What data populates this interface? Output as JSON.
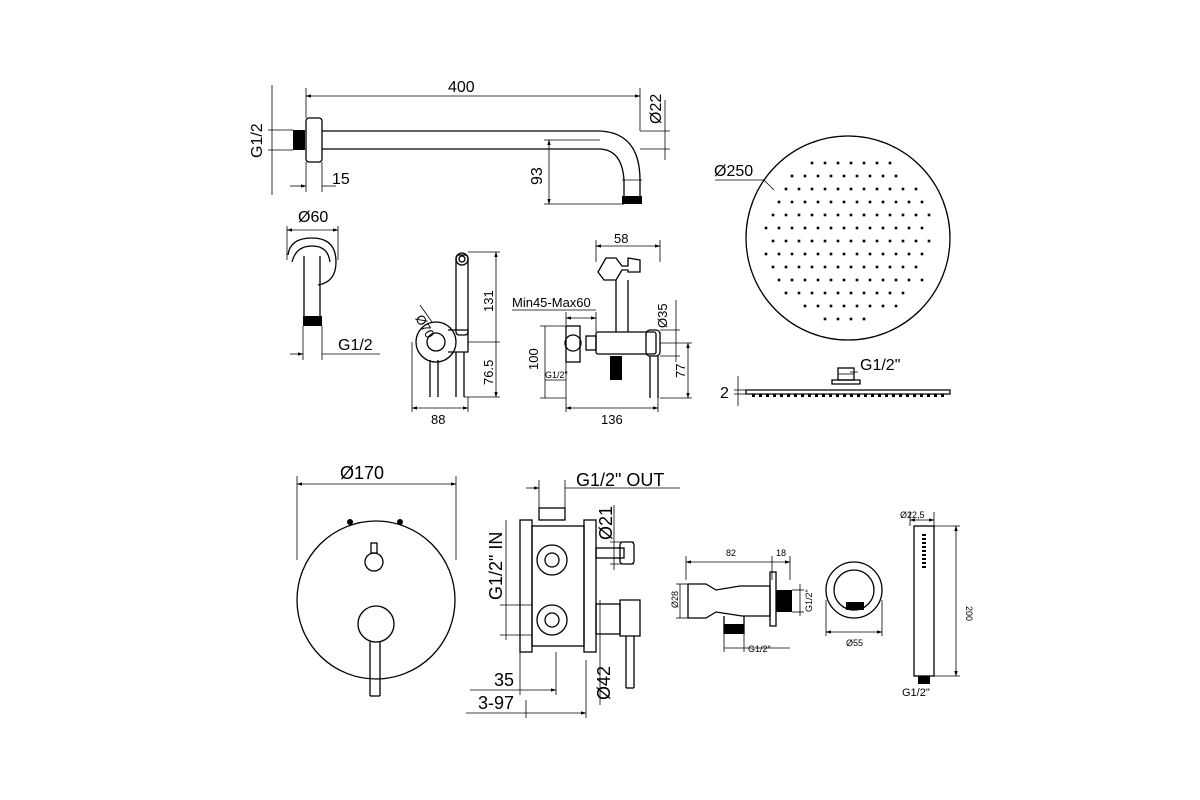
{
  "shower_arm": {
    "length": "400",
    "thread": "G1/2",
    "diameter": "Ø22",
    "wall_depth": "15",
    "drop": "93"
  },
  "wall_flange": {
    "diameter": "Ø60",
    "thread": "G1/2"
  },
  "diverter_handle": {
    "diameter": "Ø70",
    "height_total": "131",
    "height_axis": "76.5",
    "width": "88"
  },
  "bidet_valve": {
    "top_width": "58",
    "range": "Min45-Max60",
    "diameter": "Ø35",
    "height_left": "100",
    "thread": "G1/2\"",
    "height_right": "77",
    "width": "136"
  },
  "shower_head": {
    "diameter": "Ø250",
    "thread": "G1/2\"",
    "thickness": "2"
  },
  "concealed_mixer": {
    "plate_diameter": "Ø170",
    "outlet": "G1/2\" OUT",
    "inlet": "G1/2\" IN",
    "diameter_small": "Ø21",
    "diameter_large": "Ø42",
    "depth": "35",
    "range": "3-97"
  },
  "wall_outlet_elbow": {
    "length": "82",
    "depth": "18",
    "diameter": "Ø28",
    "thread_right": "G1/2\"",
    "thread_bottom": "G1/2\"",
    "flange_diameter": "Ø55"
  },
  "hand_shower": {
    "diameter": "Ø22,5",
    "length": "200",
    "thread": "G1/2\""
  }
}
